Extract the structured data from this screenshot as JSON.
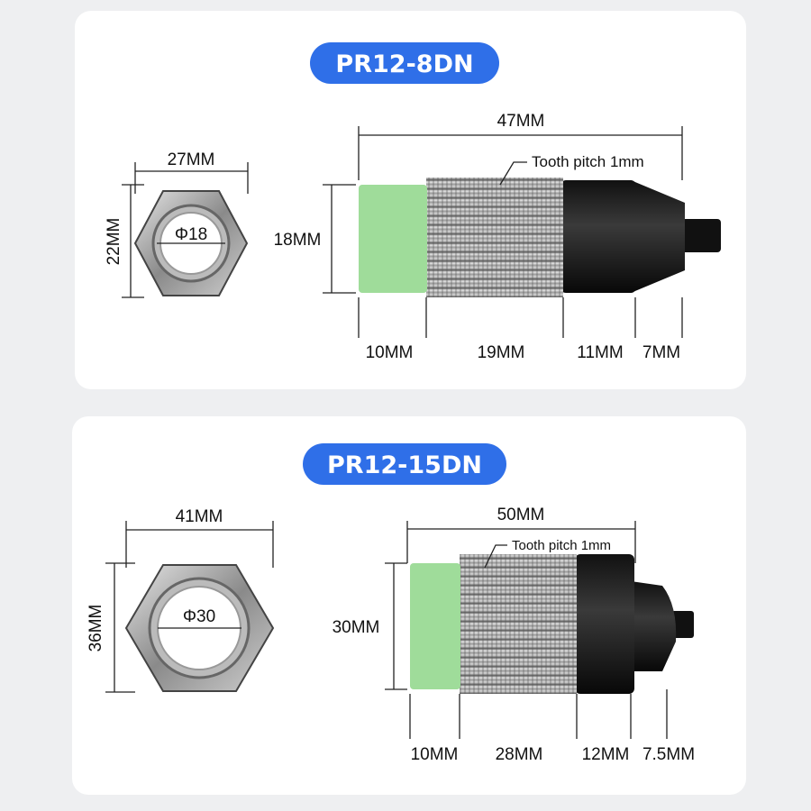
{
  "colors": {
    "accent": "#2f6fe8",
    "cap": "#9fdc9a",
    "background": "#eeeff1"
  },
  "panels": [
    {
      "title": "PR12-8DN",
      "nut_width": "27MM",
      "nut_height": "22MM",
      "nut_bore": "Φ18",
      "total_length": "47MM",
      "diameter": "18MM",
      "thread_note": "Tooth pitch 1mm",
      "segments": [
        "10MM",
        "19MM",
        "11MM",
        "7MM"
      ]
    },
    {
      "title": "PR12-15DN",
      "nut_width": "41MM",
      "nut_height": "36MM",
      "nut_bore": "Φ30",
      "total_length": "50MM",
      "diameter": "30MM",
      "thread_note": "Tooth pitch 1mm",
      "segments": [
        "10MM",
        "28MM",
        "12MM",
        "7.5MM"
      ]
    }
  ]
}
